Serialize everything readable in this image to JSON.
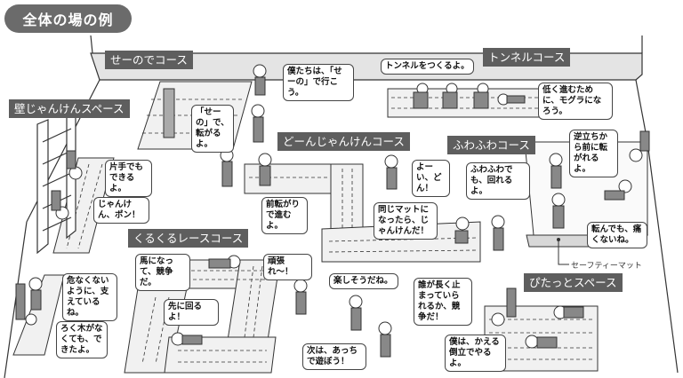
{
  "title": "全体の場の例",
  "areas": {
    "seeno": "せーのでコース",
    "tunnel": "トンネルコース",
    "kabe": "壁じゃんけんスペース",
    "doon": "どーんじゃんけんコース",
    "fuwafuwa": "ふわふわコース",
    "kurukuru": "くるくるレースコース",
    "pitatto": "ぴたっとスペース"
  },
  "bubbles": {
    "seeno_go": "僕たちは、「せーの」で行こう。",
    "seeno_roll": "「せーの」で、転がるよ。",
    "kabe_onehand": "片手でもできるよ。",
    "kabe_janken": "じゃんけん、ポン！",
    "doon_forward": "前転がりで進むよ。",
    "tunnel_make": "トンネルをつくるよ。",
    "tunnel_mole": "低く進むために、モグラになろう。",
    "doon_start": "よーい、どん！",
    "fuwa_roll": "ふわふわでも、回れるよ。",
    "fuwa_handstand": "逆立ちから前に転がれるよ。",
    "doon_samemat": "同じマットになったら、じゃんけんだ！",
    "fuwa_nohurt": "転んでも、痛くないね。",
    "kuru_horse": "馬になって、競争だ。",
    "kuru_cheer": "頑張れ〜！",
    "support": "危なくないように、支えているね。",
    "nobars": "ろく木がなくても、できたよ。",
    "kuru_ahead": "先に回るよ！",
    "fun": "楽しそうだね。",
    "next": "次は、あっちで遊ぼう！",
    "pita_compete": "誰が長く止まっていられるか、競争だ！",
    "pita_frog": "僕は、かえる倒立でやるよ。"
  },
  "safety_mat_label": "セーフティーマット"
}
